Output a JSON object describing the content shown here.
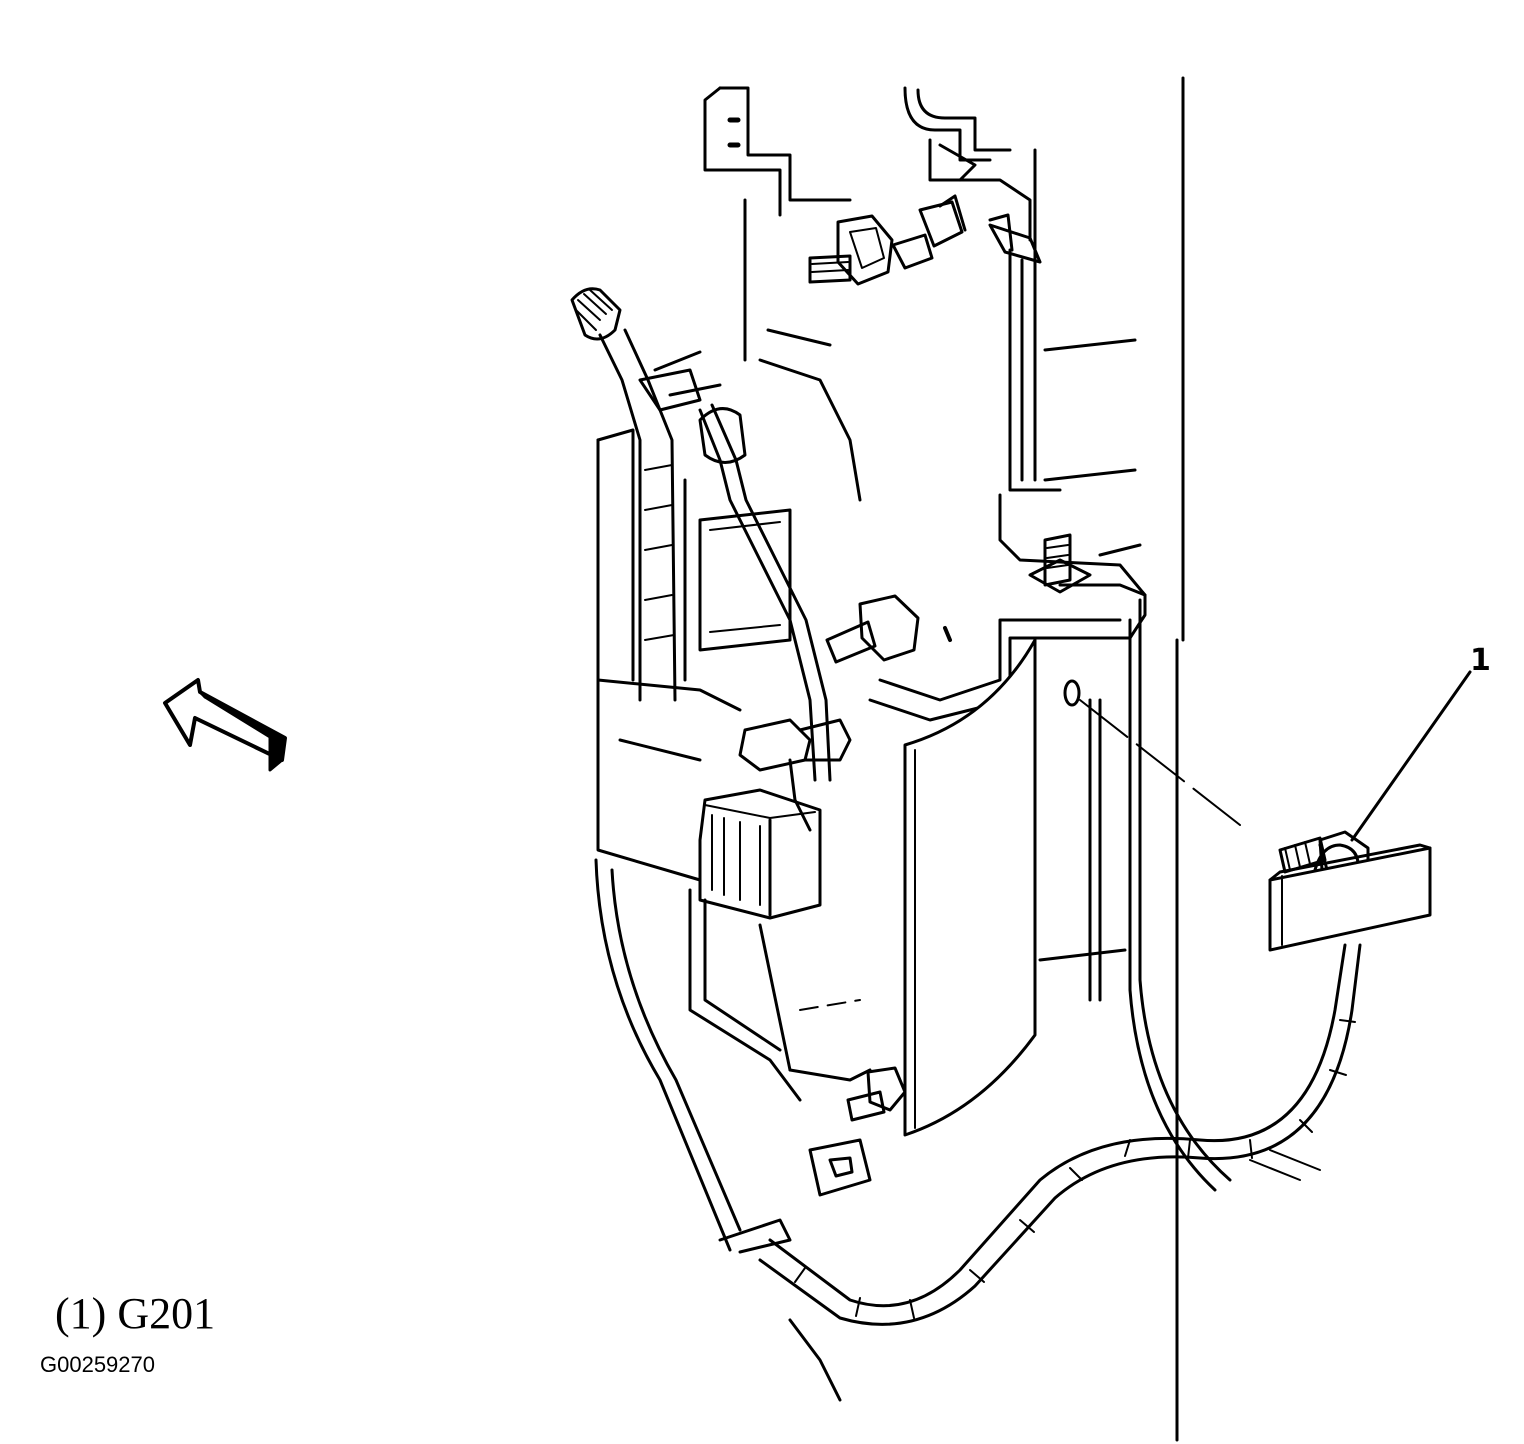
{
  "callout": {
    "number": "1"
  },
  "legend": {
    "items": [
      {
        "key": "(1)",
        "label": "G201"
      }
    ]
  },
  "figure_id": "G00259270",
  "icons": {
    "direction_arrow": "front-direction-arrow-icon",
    "ground_eyelet": "ground-eyelet-icon",
    "ground_bolt": "ground-bolt-icon"
  },
  "colors": {
    "ink": "#000000",
    "paper": "#ffffff"
  }
}
